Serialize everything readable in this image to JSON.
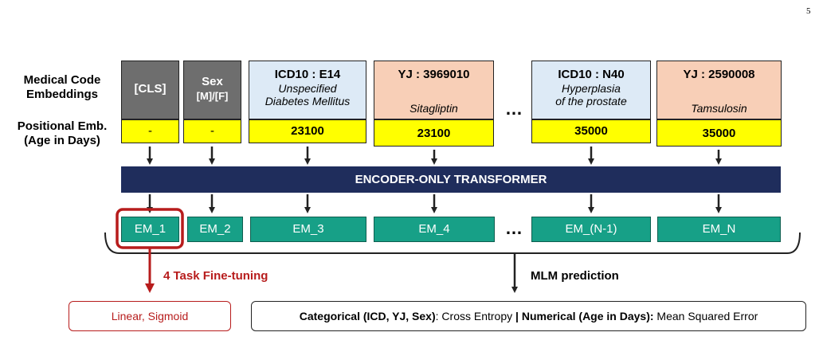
{
  "page_number": "5",
  "row_labels": {
    "medical_code": [
      "Medical Code",
      "Embeddings"
    ],
    "positional": [
      "Positional Emb.",
      "(Age in Days)"
    ]
  },
  "tokens": [
    {
      "title": "[CLS]",
      "subtitle": "",
      "subtitle2": "",
      "age": "-"
    },
    {
      "title": "Sex",
      "subtitle": "[M]/[F]",
      "subtitle2": "",
      "age": "-"
    },
    {
      "title": "ICD10 : E14",
      "subtitle": "Unspecified",
      "subtitle2": "Diabetes Mellitus",
      "age": "23100"
    },
    {
      "title": "YJ : 3969010",
      "subtitle": "",
      "subtitle2": "Sitagliptin",
      "age": "23100"
    },
    {
      "title": "ICD10 : N40",
      "subtitle": "Hyperplasia",
      "subtitle2": "of the prostate",
      "age": "35000"
    },
    {
      "title": "YJ : 2590008",
      "subtitle": "",
      "subtitle2": "Tamsulosin",
      "age": "35000"
    }
  ],
  "ellipsis": "…",
  "encoder_label": "ENCODER-ONLY TRANSFORMER",
  "outputs": [
    "EM_1",
    "EM_2",
    "EM_3",
    "EM_4",
    "EM_(N-1)",
    "EM_N"
  ],
  "fine_tuning_label": "4 Task Fine-tuning",
  "mlm_label": "MLM prediction",
  "fine_tuning_head": "Linear, Sigmoid",
  "loss": {
    "cat_bold": "Categorical (ICD, YJ, Sex)",
    "cat_text": ": Cross Entropy ",
    "sep": "|",
    "num_bold": " Numerical (Age in Days):",
    "num_text": " Mean Squared Error"
  },
  "colors": {
    "cls_fill": "#6e6e6e",
    "icd_fill": "#ddeaf6",
    "yj_fill": "#f8cfb7",
    "positional_fill": "#ffff00",
    "encoder_fill": "#1f2d5c",
    "em_fill": "#17a087",
    "highlight_red": "#b71c1c"
  }
}
